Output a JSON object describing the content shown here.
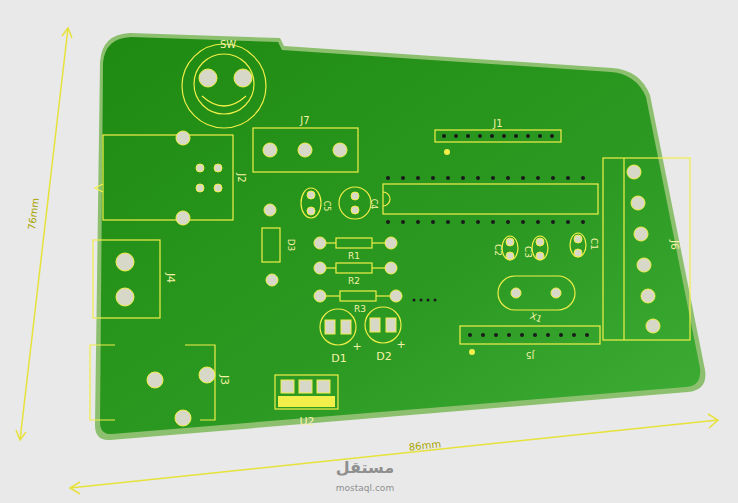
{
  "diagram": {
    "labels": [
      "SW",
      "J7",
      "J1",
      "J2",
      "J4",
      "J3",
      "D3",
      "R1",
      "R2",
      "R3",
      "D1",
      "D2",
      "+",
      "+",
      "U2",
      "C5",
      "C4",
      "C2",
      "C3",
      "C1",
      "X1",
      "J5",
      "J6",
      "76mm",
      "86mm",
      "مستقل",
      "mostaql.com"
    ]
  }
}
